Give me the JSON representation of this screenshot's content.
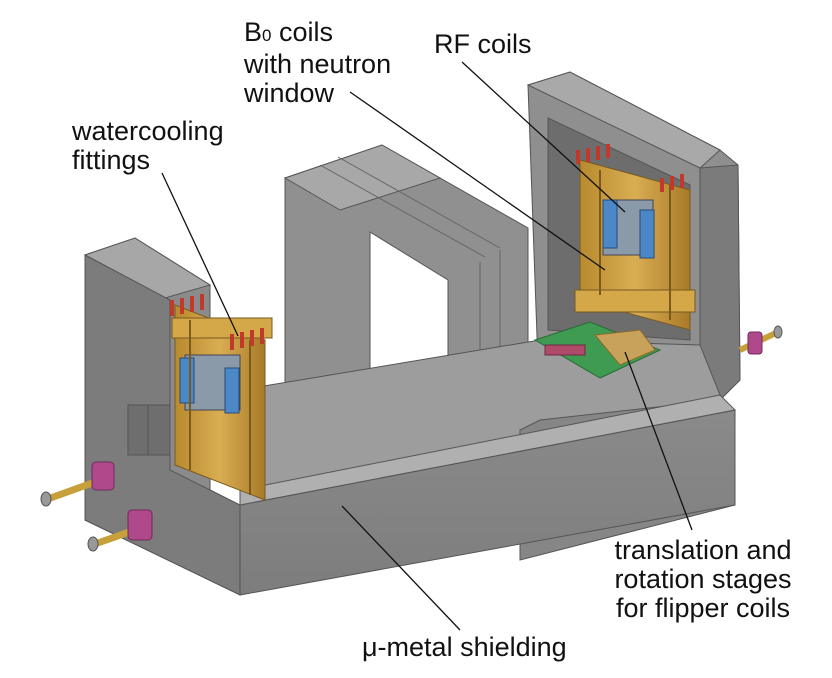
{
  "labels": {
    "b0_coils": {
      "prefix": "B",
      "subscript": "0",
      "rest": " coils",
      "line2": "with neutron",
      "line3": "window"
    },
    "rf_coils": "RF coils",
    "watercooling": {
      "line1": "watercooling",
      "line2": "fittings"
    },
    "stages": {
      "line1": "translation and",
      "line2": "rotation stages",
      "line3": "for flipper coils"
    },
    "shielding": "μ-metal shielding"
  },
  "colors": {
    "shield_gray": "#8e8e8e",
    "shield_light": "#a5a5a5",
    "shield_dark": "#6f6f6f",
    "inner_floor": "#9a9a9a",
    "coil_gold": "#c89a3c",
    "coil_gold_dark": "#9c7426",
    "coil_blue": "#4a88c8",
    "pcb_green": "#3f9a52",
    "fitting_magenta": "#b0488c",
    "leader_line": "#111111"
  }
}
